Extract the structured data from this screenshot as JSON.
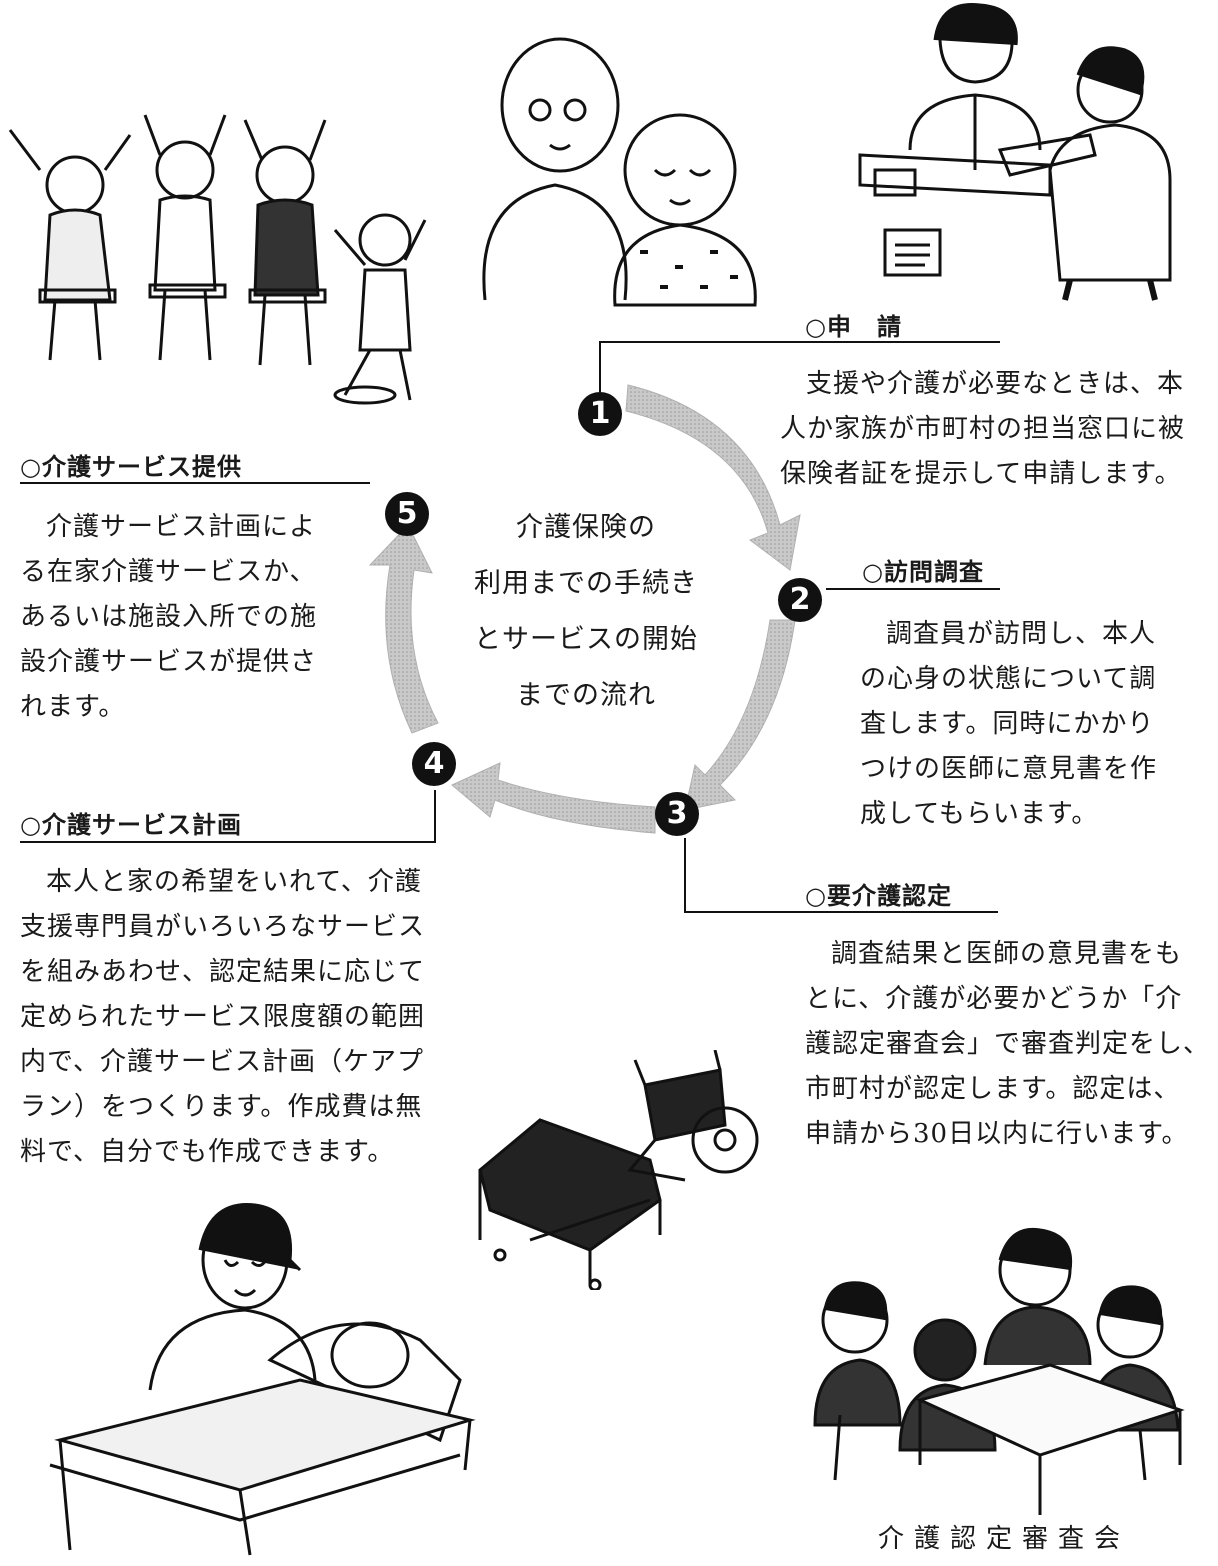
{
  "center_title": [
    "介護保険の",
    "利用までの手続き",
    "とサービスの開始",
    "までの流れ"
  ],
  "steps": [
    {
      "num": "1",
      "title": "○申　請",
      "body": [
        "支援や介護が必要なときは、本",
        "人か家族が市町村の担当窓口に被",
        "保険者証を提示して申請します。"
      ]
    },
    {
      "num": "2",
      "title": "○訪問調査",
      "body": [
        "調査員が訪問し、本人",
        "の心身の状態について調",
        "査します。同時にかかり",
        "つけの医師に意見書を作",
        "成してもらいます。"
      ]
    },
    {
      "num": "3",
      "title": "○要介護認定",
      "body": [
        "調査結果と医師の意見書をも",
        "とに、介護が必要かどうか「介",
        "護認定審査会」で審査判定をし、",
        "市町村が認定します。認定は、",
        "申請から30日以内に行います。"
      ]
    },
    {
      "num": "4",
      "title": "○介護サービス計画",
      "body": [
        "本人と家の希望をいれて、介護",
        "支援専門員がいろいろなサービス",
        "を組みあわせ、認定結果に応じて",
        "定められたサービス限度額の範囲",
        "内で、介護サービス計画（ケアプ",
        "ラン）をつくります。作成費は無",
        "料で、自分でも作成できます。"
      ]
    },
    {
      "num": "5",
      "title": "○介護サービス提供",
      "body": [
        "介護サービス計画によ",
        "る在家介護サービスか、",
        "あるいは施設入所での施",
        "設介護サービスが提供さ",
        "れます。"
      ]
    }
  ],
  "caption": "介護認定審査会",
  "colors": {
    "arrow": "#c4c4c4",
    "ink": "#1a1a1a",
    "badge": "#111111"
  }
}
